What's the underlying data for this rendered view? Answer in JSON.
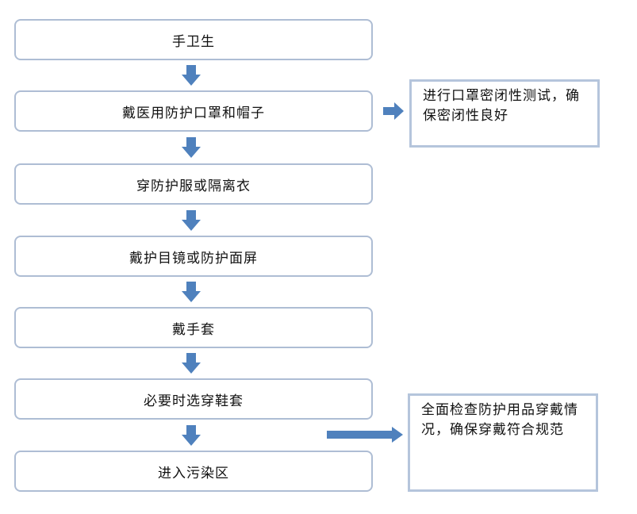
{
  "steps": [
    "手卫生",
    "戴医用防护口罩和帽子",
    "穿防护服或隔离衣",
    "戴护目镜或防护面屏",
    "戴手套",
    "必要时选穿鞋套",
    "进入污染区"
  ],
  "notes": {
    "seal_test": "进行口罩密闭性测试，确保密闭性良好",
    "final_check": "全面检查防护用品穿戴情况，确保穿戴符合规范"
  },
  "colors": {
    "arrow": "#4f81bd",
    "box_border": "#aebdd4",
    "note_border": "#b5c5dc"
  }
}
